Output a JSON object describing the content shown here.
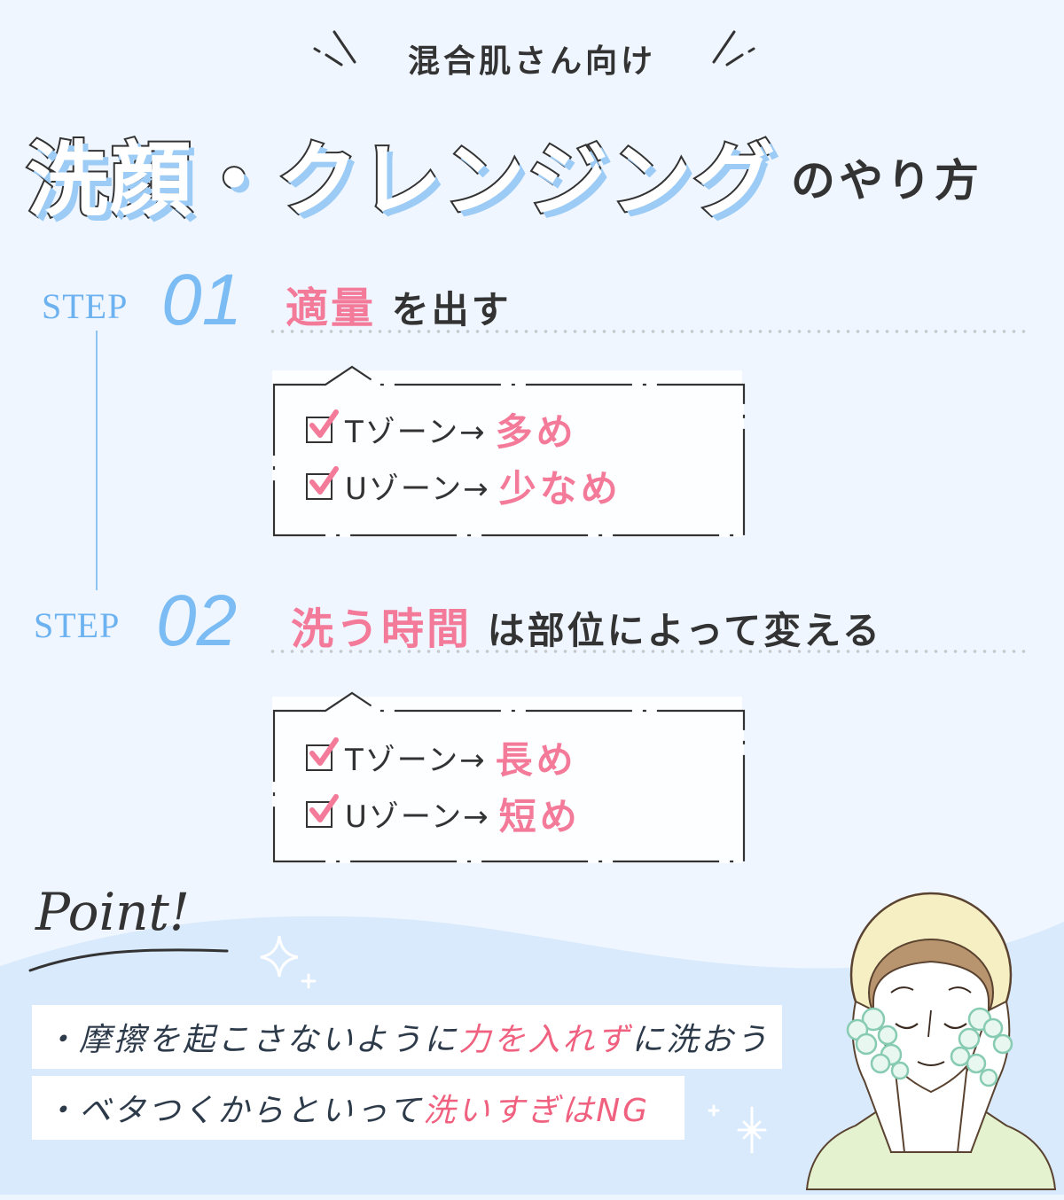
{
  "header": {
    "subtitle": "混合肌さん向け",
    "title_main": "洗顔・クレンジング",
    "title_suffix": "のやり方"
  },
  "steps": [
    {
      "label": "STEP",
      "number": "01",
      "heading_accent": "適量",
      "heading_rest": "を出す",
      "items": [
        {
          "zone": "Tゾーン→",
          "value": "多め",
          "checked": true
        },
        {
          "zone": "Uゾーン→",
          "value": "少なめ",
          "checked": true
        }
      ]
    },
    {
      "label": "STEP",
      "number": "02",
      "heading_accent": "洗う時間",
      "heading_rest": "は部位によって変える",
      "items": [
        {
          "zone": "Tゾーン→",
          "value": "長め",
          "checked": true
        },
        {
          "zone": "Uゾーン→",
          "value": "短め",
          "checked": true
        }
      ]
    }
  ],
  "point": {
    "title": "Point!",
    "tips": [
      {
        "prefix": "・摩擦を起こさないように",
        "accent": "力を入れず",
        "suffix": "に洗おう"
      },
      {
        "prefix": "・ベタつくからといって",
        "accent": "洗いすぎはNG",
        "suffix": ""
      }
    ],
    "illustration": "woman-washing-face-with-foam"
  },
  "colors": {
    "background": "#eff6ff",
    "accent_pink": "#f47a9a",
    "step_blue": "#6cb2f0",
    "title_shadow_blue": "#9ccbf6",
    "point_bg": "#d9eafd",
    "text_dark": "#333333"
  }
}
